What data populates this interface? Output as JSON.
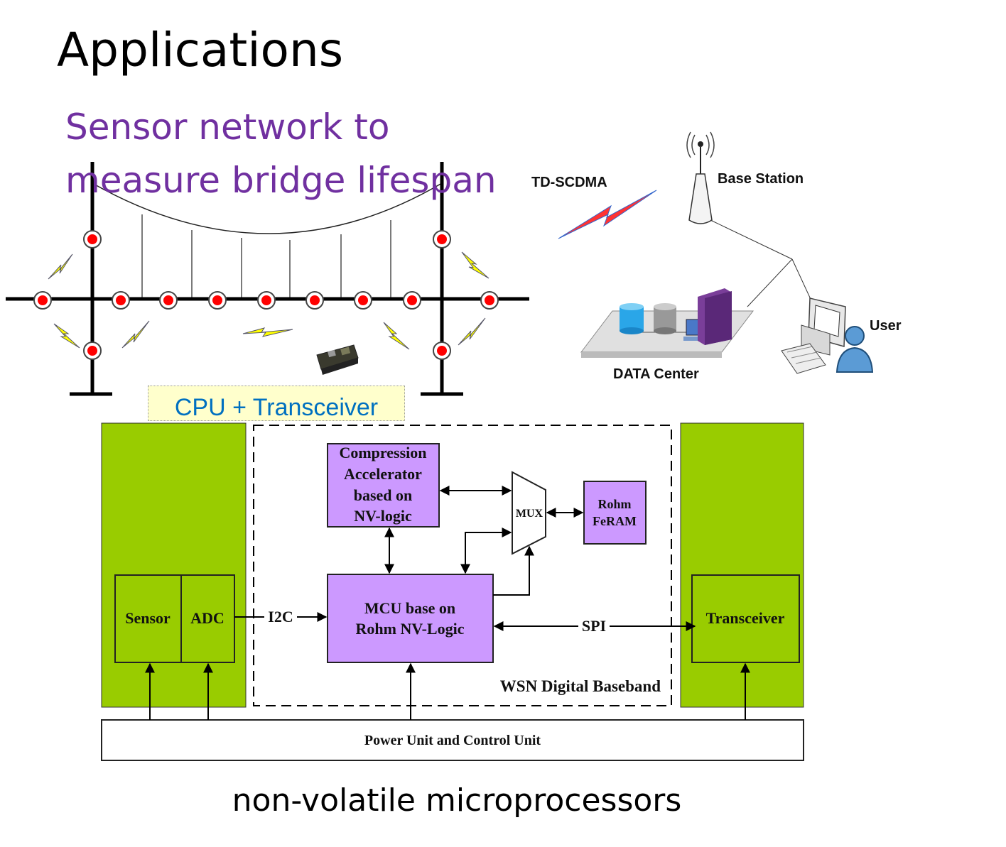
{
  "slide": {
    "title": "Applications",
    "subtitle_line1": "Sensor network to",
    "subtitle_line2": "measure bridge lifespan",
    "caption": "non-volatile microprocessors"
  },
  "network": {
    "link_label": "TD-SCDMA",
    "base_station": "Base Station",
    "data_center": "DATA Center",
    "user": "User"
  },
  "cpu_label": "CPU + Transceiver",
  "block_diagram": {
    "compression_l1": "Compression",
    "compression_l2": "Accelerator",
    "compression_l3": "based on",
    "compression_l4": "NV-logic",
    "mux": "MUX",
    "feram_l1": "Rohm",
    "feram_l2": "FeRAM",
    "sensor": "Sensor",
    "adc": "ADC",
    "i2c": "I2C",
    "mcu_l1": "MCU base on",
    "mcu_l2": "Rohm NV-Logic",
    "spi": "SPI",
    "transceiver": "Transceiver",
    "baseband": "WSN Digital Baseband",
    "power": "Power Unit and Control Unit"
  },
  "colors": {
    "green_block": "#99cc00",
    "purple_block": "#cc99ff",
    "sensor_node": "#ff0000",
    "subtitle": "#7030a0",
    "cpu_label": "#0070c0"
  }
}
